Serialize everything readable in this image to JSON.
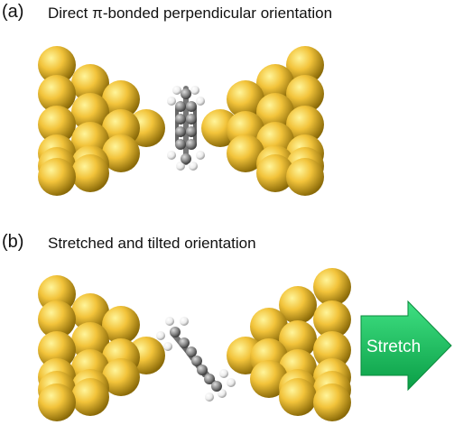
{
  "panels": [
    {
      "label": "(a)",
      "title": "Direct π-bonded perpendicular orientation"
    },
    {
      "label": "(b)",
      "title": "Stretched and tilted orientation"
    }
  ],
  "arrow": {
    "label": "Stretch"
  },
  "colors": {
    "gold_light": "#fff59a",
    "gold_mid": "#f2c33a",
    "gold_dark": "#8a6a08",
    "carbon": "#8a8a8a",
    "hydrogen": "#f4f4f4",
    "arrow_light": "#3fe082",
    "arrow_dark": "#0a9e46"
  }
}
